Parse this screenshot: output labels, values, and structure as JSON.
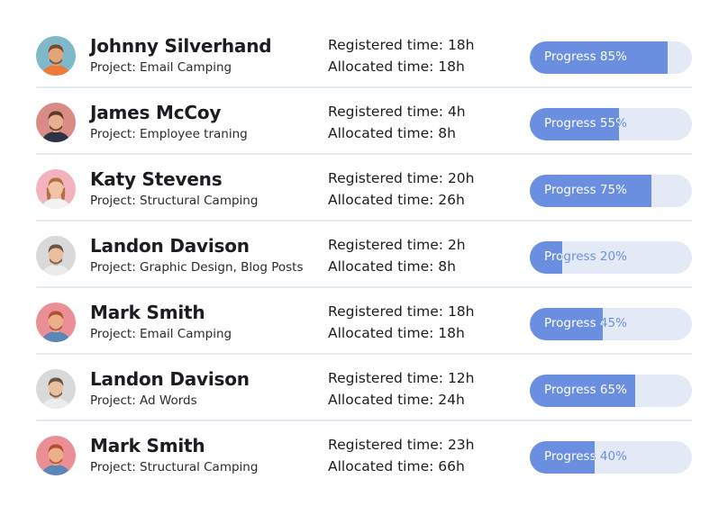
{
  "rows": [
    {
      "name": "Johnny Silverhand",
      "project": "Project: Email Camping",
      "registered": "Registered time: 18h",
      "allocated": "Allocated time: 18h",
      "progress_label": "Progress 85%",
      "progress": 85,
      "avatar": {
        "bg": "#7fb8c9",
        "skin": "#e0a57a",
        "hair": "#7a4a22",
        "shirt": "#f07a3a",
        "beard": true
      }
    },
    {
      "name": "James McCoy",
      "project": "Project: Employee traning",
      "registered": "Registered time: 4h",
      "allocated": "Allocated time: 8h",
      "progress_label": "Progress 55%",
      "progress": 55,
      "avatar": {
        "bg": "#d98b86",
        "skin": "#e8b08e",
        "hair": "#5a3a22",
        "shirt": "#2c3345",
        "beard": true
      }
    },
    {
      "name": "Katy Stevens",
      "project": "Project: Structural Camping",
      "registered": "Registered time: 20h",
      "allocated": "Allocated time: 26h",
      "progress_label": "Progress 75%",
      "progress": 75,
      "avatar": {
        "bg": "#f2b3bd",
        "skin": "#f0c4a4",
        "hair": "#b0713e",
        "shirt": "#f2f2f2",
        "beard": false
      }
    },
    {
      "name": "Landon Davison",
      "project": "Project: Graphic Design, Blog Posts",
      "registered": "Registered time: 2h",
      "allocated": "Allocated time: 8h",
      "progress_label": "Progress 20%",
      "progress": 20,
      "avatar": {
        "bg": "#d9d9d9",
        "skin": "#e8c0a0",
        "hair": "#6b5444",
        "shirt": "#ececec",
        "beard": true
      }
    },
    {
      "name": "Mark Smith",
      "project": "Project: Email Camping",
      "registered": "Registered time: 18h",
      "allocated": "Allocated time: 18h",
      "progress_label": "Progress 45%",
      "progress": 45,
      "avatar": {
        "bg": "#ea8f95",
        "skin": "#eab08c",
        "hair": "#b0502e",
        "shirt": "#5a86b8",
        "beard": true
      }
    },
    {
      "name": "Landon Davison",
      "project": "Project: Ad Words",
      "registered": "Registered time: 12h",
      "allocated": "Allocated time: 24h",
      "progress_label": "Progress 65%",
      "progress": 65,
      "avatar": {
        "bg": "#d9d9d9",
        "skin": "#e8c0a0",
        "hair": "#6b5444",
        "shirt": "#ececec",
        "beard": true
      }
    },
    {
      "name": "Mark Smith",
      "project": "Project: Structural Camping",
      "registered": "Registered time: 23h",
      "allocated": "Allocated time: 66h",
      "progress_label": "Progress 40%",
      "progress": 40,
      "avatar": {
        "bg": "#ea8f95",
        "skin": "#eab08c",
        "hair": "#b0502e",
        "shirt": "#5a86b8",
        "beard": true
      }
    }
  ]
}
